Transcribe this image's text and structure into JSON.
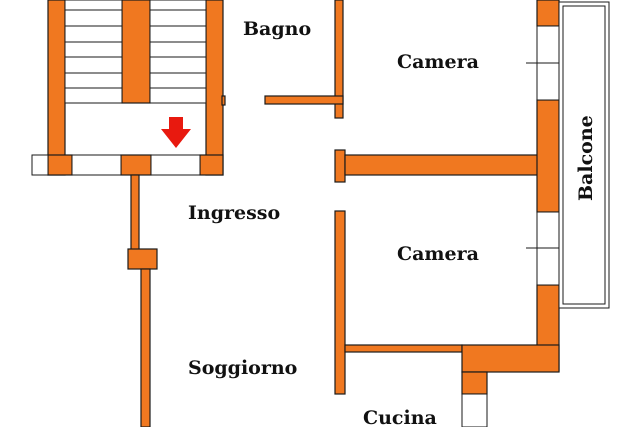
{
  "colors": {
    "wall": "#F07820",
    "wall_stroke": "#1a1a1a",
    "background": "#ffffff",
    "arrow": "#e8190f"
  },
  "icons": {
    "entrance_arrow": "arrow-down-icon"
  },
  "rooms": {
    "bagno": "Bagno",
    "camera_top": "Camera",
    "camera_bottom": "Camera",
    "balcone": "Balcone",
    "ingresso": "Ingresso",
    "soggiorno": "Soggiorno",
    "cucina": "Cucina"
  }
}
